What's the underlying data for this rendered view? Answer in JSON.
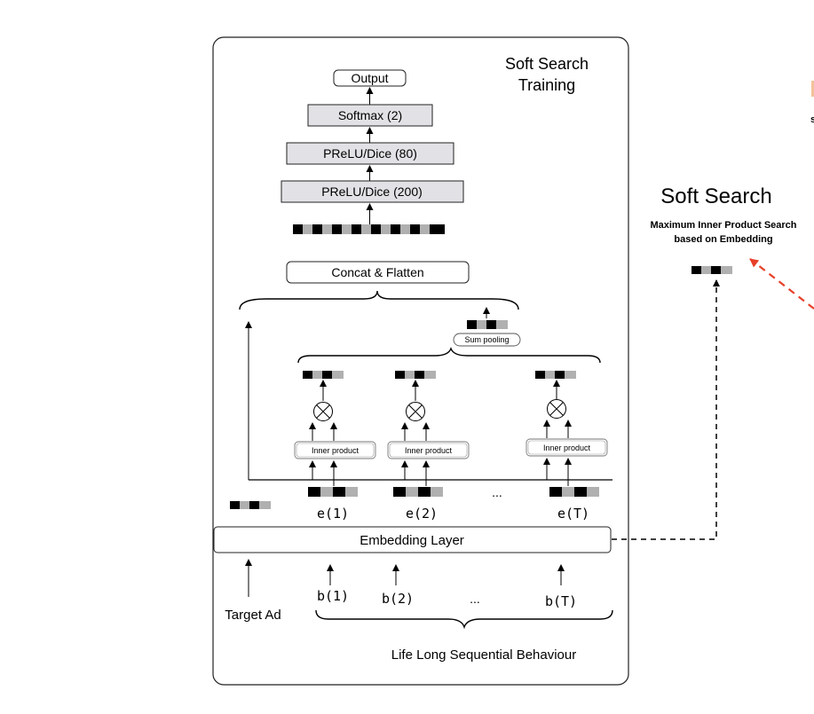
{
  "training_panel": {
    "title_line1": "Soft Search",
    "title_line2": "Training"
  },
  "layers": {
    "output": "Output",
    "softmax": "Softmax (2)",
    "prelu_80": "PReLU/Dice (80)",
    "prelu_200": "PReLU/Dice (200)",
    "concat": "Concat & Flatten",
    "sum_pooling": "Sum pooling",
    "inner_product": "Inner product",
    "embedding": "Embedding Layer"
  },
  "sequence": {
    "embeddings": [
      "e(1)",
      "e(2)",
      "e(T)"
    ],
    "behaviors": [
      "b(1)",
      "b(2)",
      "b(T)"
    ],
    "ellipsis": "...",
    "target_ad": "Target Ad",
    "caption": "Life Long Sequential Behaviour"
  },
  "soft_search": {
    "title": "Soft Search",
    "subtitle_line1": "Maximum Inner Product Search",
    "subtitle_line2": "based on Embedding",
    "edge_text": "s"
  },
  "colors": {
    "block_fill": "#e2e2e6",
    "dark_cell": "#000000",
    "light_cell": "#b0b0b0",
    "accent_arrow": "#e8402a"
  }
}
